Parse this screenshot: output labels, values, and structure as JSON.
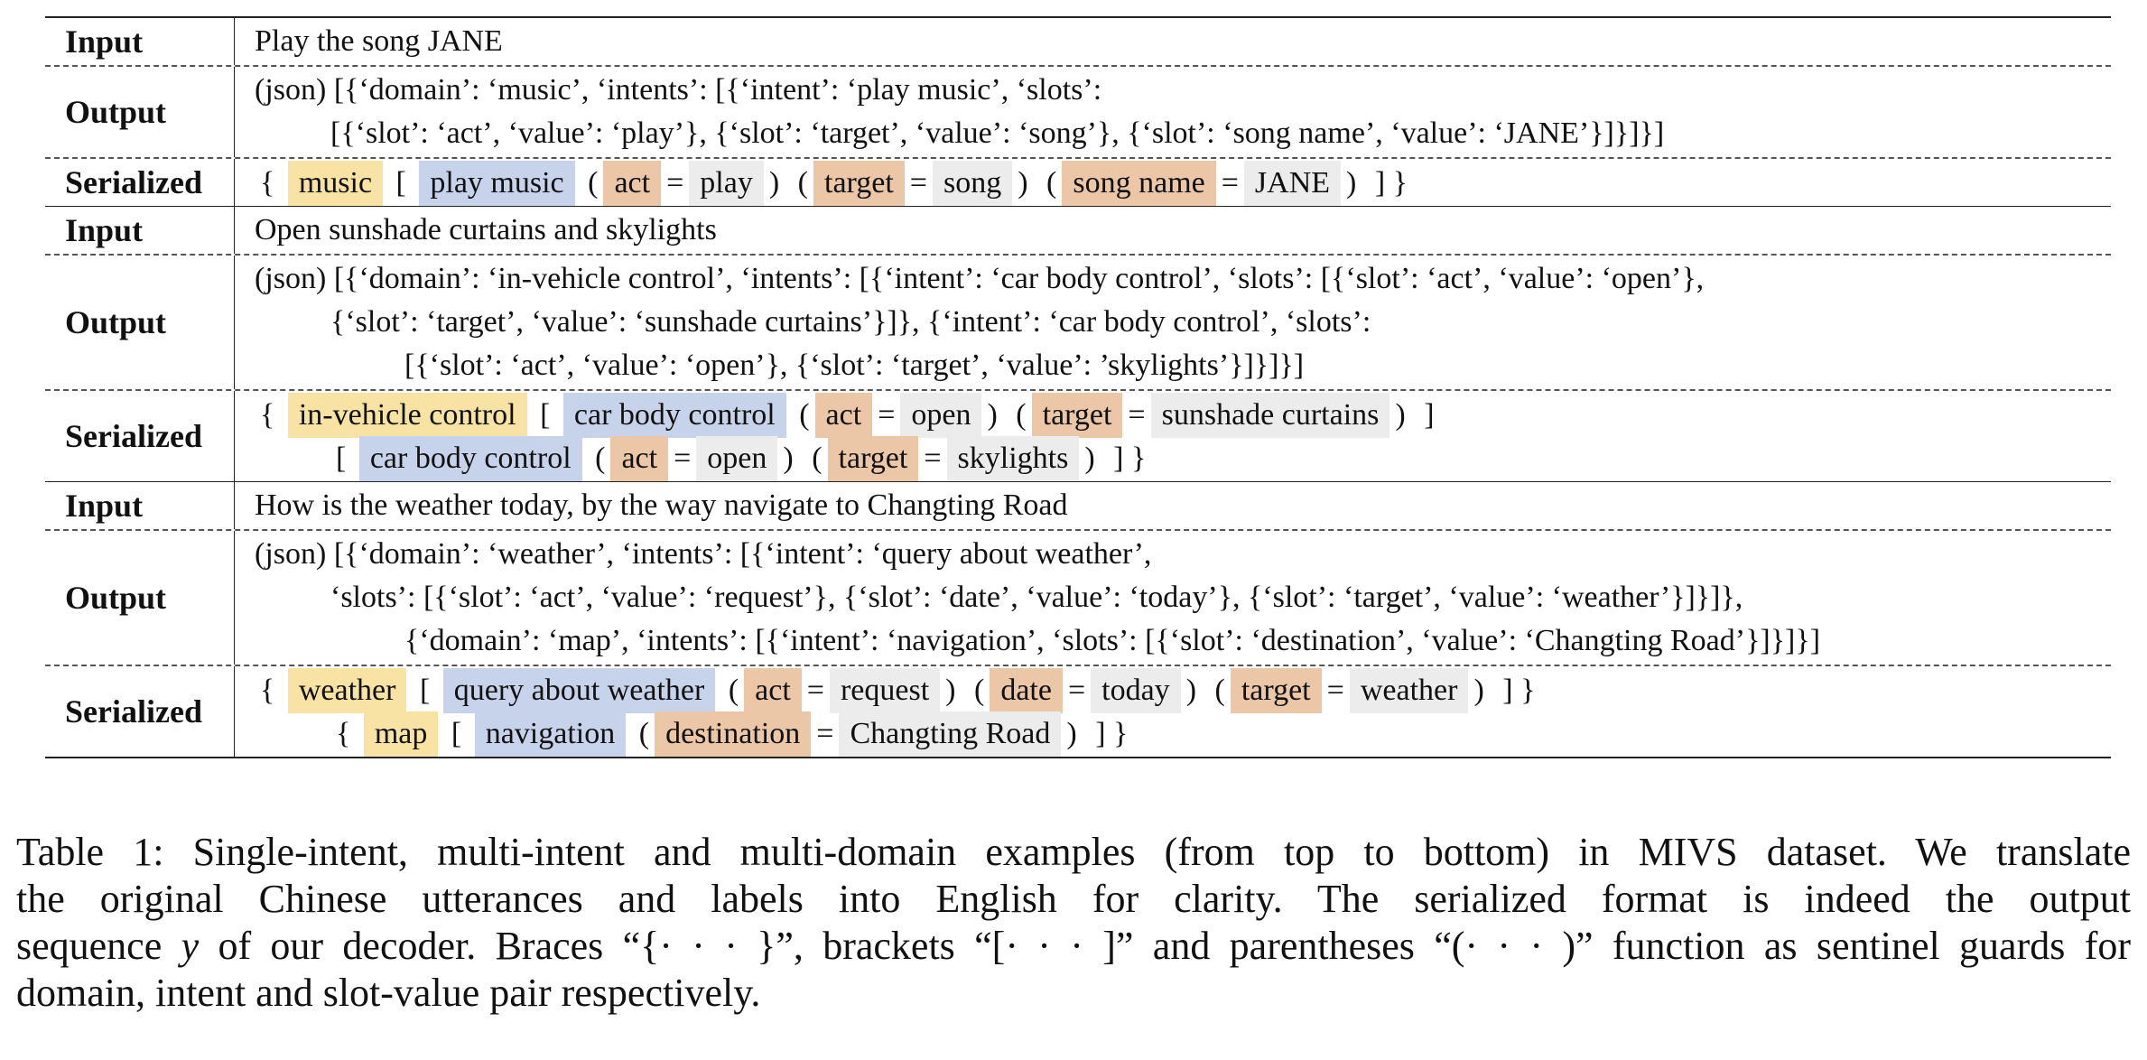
{
  "labels": {
    "input": "Input",
    "output": "Output",
    "serialized": "Serialized"
  },
  "examples": [
    {
      "input": "Play the song JANE",
      "output_lines": [
        "(json) [{‘domain’: ‘music’, ‘intents’: [{‘intent’: ‘play music’, ‘slots’:",
        "[{‘slot’: ‘act’, ‘value’: ‘play’}, {‘slot’: ‘target’, ‘value’: ‘song’}, {‘slot’: ‘song name’, ‘value’: ‘JANE’}]}]}]"
      ],
      "serialized": {
        "domain": "music",
        "intent": "play music",
        "slots": [
          {
            "slot": "act",
            "value": "play"
          },
          {
            "slot": "target",
            "value": "song"
          },
          {
            "slot": "song name",
            "value": "JANE"
          }
        ]
      }
    },
    {
      "input": "Open sunshade curtains and skylights",
      "output_lines": [
        "(json) [{‘domain’: ‘in-vehicle control’, ‘intents’: [{‘intent’: ‘car body control’, ‘slots’: [{‘slot’: ‘act’, ‘value’: ‘open’},",
        "{‘slot’: ‘target’, ‘value’: ‘sunshade curtains’}]}, {‘intent’: ‘car body control’, ‘slots’:",
        "[{‘slot’: ‘act’, ‘value’: ‘open’}, {‘slot’: ‘target’, ‘value’: ’skylights’}]}]}]"
      ],
      "serialized": {
        "domain": "in-vehicle control",
        "intent1": "car body control",
        "slots1": [
          {
            "slot": "act",
            "value": "open"
          },
          {
            "slot": "target",
            "value": "sunshade curtains"
          }
        ],
        "intent2": "car body control",
        "slots2": [
          {
            "slot": "act",
            "value": "open"
          },
          {
            "slot": "target",
            "value": "skylights"
          }
        ]
      }
    },
    {
      "input": "How is the weather today, by the way navigate to Changting Road",
      "output_lines": [
        "(json) [{‘domain’: ‘weather’, ‘intents’: [{‘intent’: ‘query about weather’,",
        "‘slots’: [{‘slot’: ‘act’, ‘value’: ‘request’}, {‘slot’: ‘date’, ‘value’: ‘today’}, {‘slot’: ‘target’, ‘value’: ‘weather’}]}]},",
        "{‘domain’: ‘map’, ‘intents’: [{‘intent’: ‘navigation’, ‘slots’: [{‘slot’: ‘destination’, ‘value’: ‘Changting Road’}]}]}]"
      ],
      "serialized": {
        "domain1": "weather",
        "intent1": "query about weather",
        "slots1": [
          {
            "slot": "act",
            "value": "request"
          },
          {
            "slot": "date",
            "value": "today"
          },
          {
            "slot": "target",
            "value": "weather"
          }
        ],
        "domain2": "map",
        "intent2": "navigation",
        "slots2": [
          {
            "slot": "destination",
            "value": "Changting Road"
          }
        ]
      }
    }
  ],
  "caption": {
    "line1": "Table 1: Single-intent, multi-intent and multi-domain examples (from top to bottom) in MIVS dataset. We translate",
    "line2": "the original Chinese utterances and labels into English for clarity.  The serialized format is indeed the output",
    "line3_pre": "sequence ",
    "line3_var": "y",
    "line3_post": " of our decoder. Braces “{· · · }”, brackets “[· · · ]” and parentheses “(· · · )” function as sentinel guards for",
    "line4": "domain, intent and slot-value pair respectively."
  }
}
